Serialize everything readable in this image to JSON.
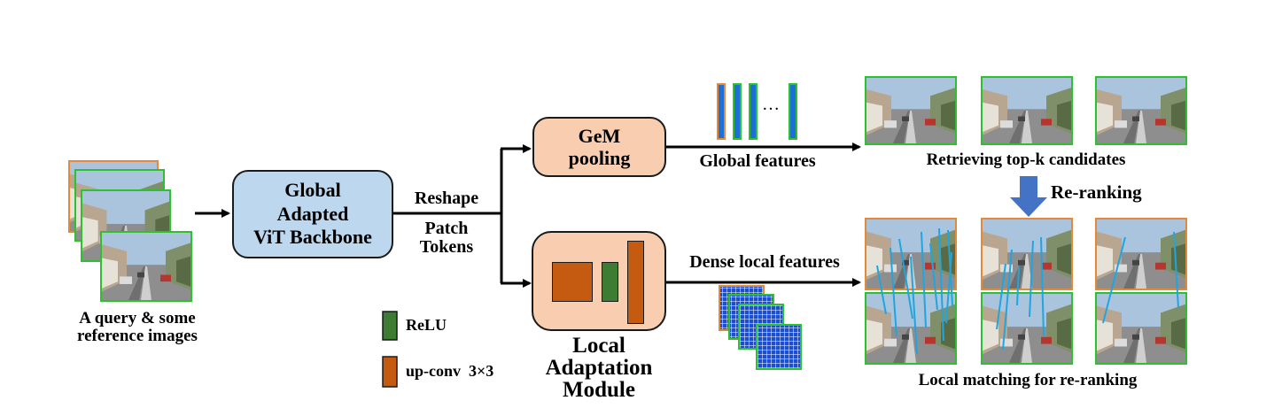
{
  "input": {
    "caption_line1": "A query & some",
    "caption_line2": "reference images"
  },
  "backbone": {
    "line1": "Global",
    "line2": "Adapted",
    "line3": "ViT Backbone"
  },
  "reshape": {
    "line1": "Reshape",
    "line2": "Patch",
    "line3": "Tokens"
  },
  "gem": {
    "line1": "GeM",
    "line2": "pooling"
  },
  "global_features": {
    "label": "Global features",
    "ellipsis": "…"
  },
  "retrieve": {
    "label": "Retrieving top-k candidates"
  },
  "rerank": {
    "label": "Re-ranking"
  },
  "lam": {
    "line1": "Local",
    "line2": "Adaptation",
    "line3": "Module"
  },
  "dense": {
    "label": "Dense local features"
  },
  "legend": {
    "relu": "ReLU",
    "upconv": "up-conv  3×3"
  },
  "local_matching": {
    "label": "Local matching for re-ranking"
  },
  "colors": {
    "backbone_fill": "#bcd7ee",
    "module_fill": "#f8cdb0",
    "relu": "#3d7d33",
    "upconv": "#c55a11",
    "green_border": "#2fc02f",
    "orange_border": "#e08a3a",
    "arrow_blue": "#4472c4",
    "match_line": "#1fa6e0"
  }
}
